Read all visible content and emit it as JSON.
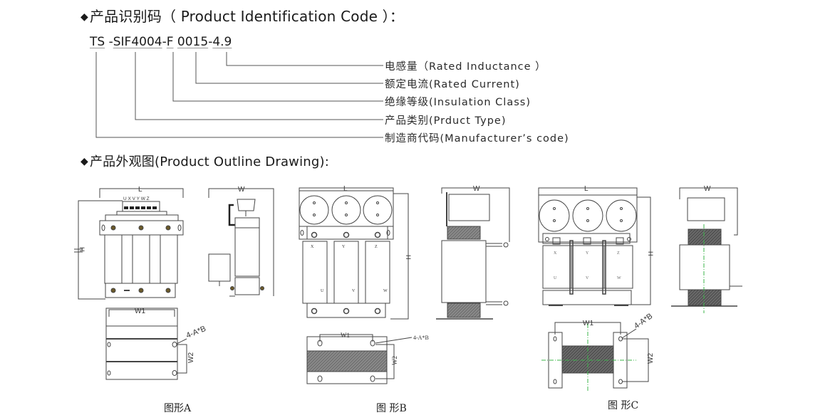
{
  "identification": {
    "bullet": "◆",
    "title": "产品识别码（ Product Identification Code ）：",
    "code_parts": [
      "TS",
      "-",
      "SIF4004",
      "-",
      "F",
      " ",
      "0015",
      "-",
      "4.9"
    ],
    "legend": [
      {
        "key": "inductance",
        "label": "电感量（Rated  Inductance  ）"
      },
      {
        "key": "current",
        "label": "额定电流(Rated  Current)"
      },
      {
        "key": "insulation",
        "label": "绝缘等级(Insulation  Class)"
      },
      {
        "key": "type",
        "label": "产品类别(Prduct  Type)"
      },
      {
        "key": "manufacturer",
        "label": "制造商代码(Manufacturer’s  code)"
      }
    ]
  },
  "outline": {
    "bullet": "◆",
    "title": "产品外观图(Product Outline Drawing):"
  },
  "drawings": {
    "A": {
      "caption": "图形A",
      "front_labels": {
        "length": "L",
        "height": "H",
        "terminals": "U X V Y W Z"
      },
      "side_label": "W",
      "bottom_labels": {
        "w1": "W1",
        "w2": "W2",
        "holes": "4-A*B"
      }
    },
    "B": {
      "caption": "图 形B",
      "front_labels": {
        "length": "L",
        "height": "H",
        "phase_top": [
          "X",
          "Y",
          "Z"
        ],
        "phase_bottom": [
          "U",
          "V",
          "W"
        ]
      },
      "side_label": "W",
      "bottom_labels": {
        "w1": "W1",
        "w2": "W2",
        "holes": "4-A*B"
      }
    },
    "C": {
      "caption": "图 形C",
      "front_labels": {
        "length": "L",
        "height": "H",
        "phase_top": [
          "X",
          "Y",
          "Z"
        ],
        "phase_bottom": [
          "U",
          "V",
          "W"
        ]
      },
      "side_label": "W",
      "bottom_labels": {
        "w1": "W1",
        "w2": "W2",
        "holes": "4-A*B"
      }
    }
  }
}
